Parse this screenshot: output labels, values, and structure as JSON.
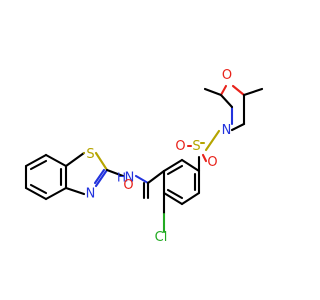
{
  "molecule": {
    "atoms": {
      "S_thiazole": "S",
      "N_thiazole": "N",
      "N_amide": "N",
      "H_amide": "H",
      "O_carbonyl": "O",
      "Cl": "Cl",
      "S_sulfonyl": "S",
      "O_sulfonyl_1": "O",
      "O_sulfonyl_2": "O",
      "N_morpholine": "N",
      "O_morpholine": "O"
    },
    "colors": {
      "carbon": "#000000",
      "nitrogen": "#2233dd",
      "oxygen": "#e8231b",
      "sulfur": "#b5a400",
      "chlorine": "#22aa22"
    }
  }
}
